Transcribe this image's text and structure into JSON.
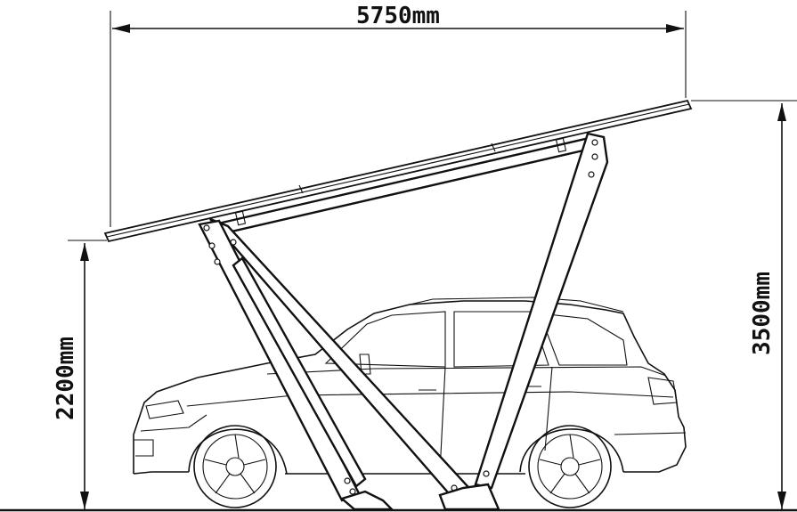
{
  "dimensions": {
    "width": "5750mm",
    "height_total": "3500mm",
    "height_clearance": "2200mm"
  },
  "colors": {
    "ink": "#111111",
    "background": "#ffffff"
  }
}
